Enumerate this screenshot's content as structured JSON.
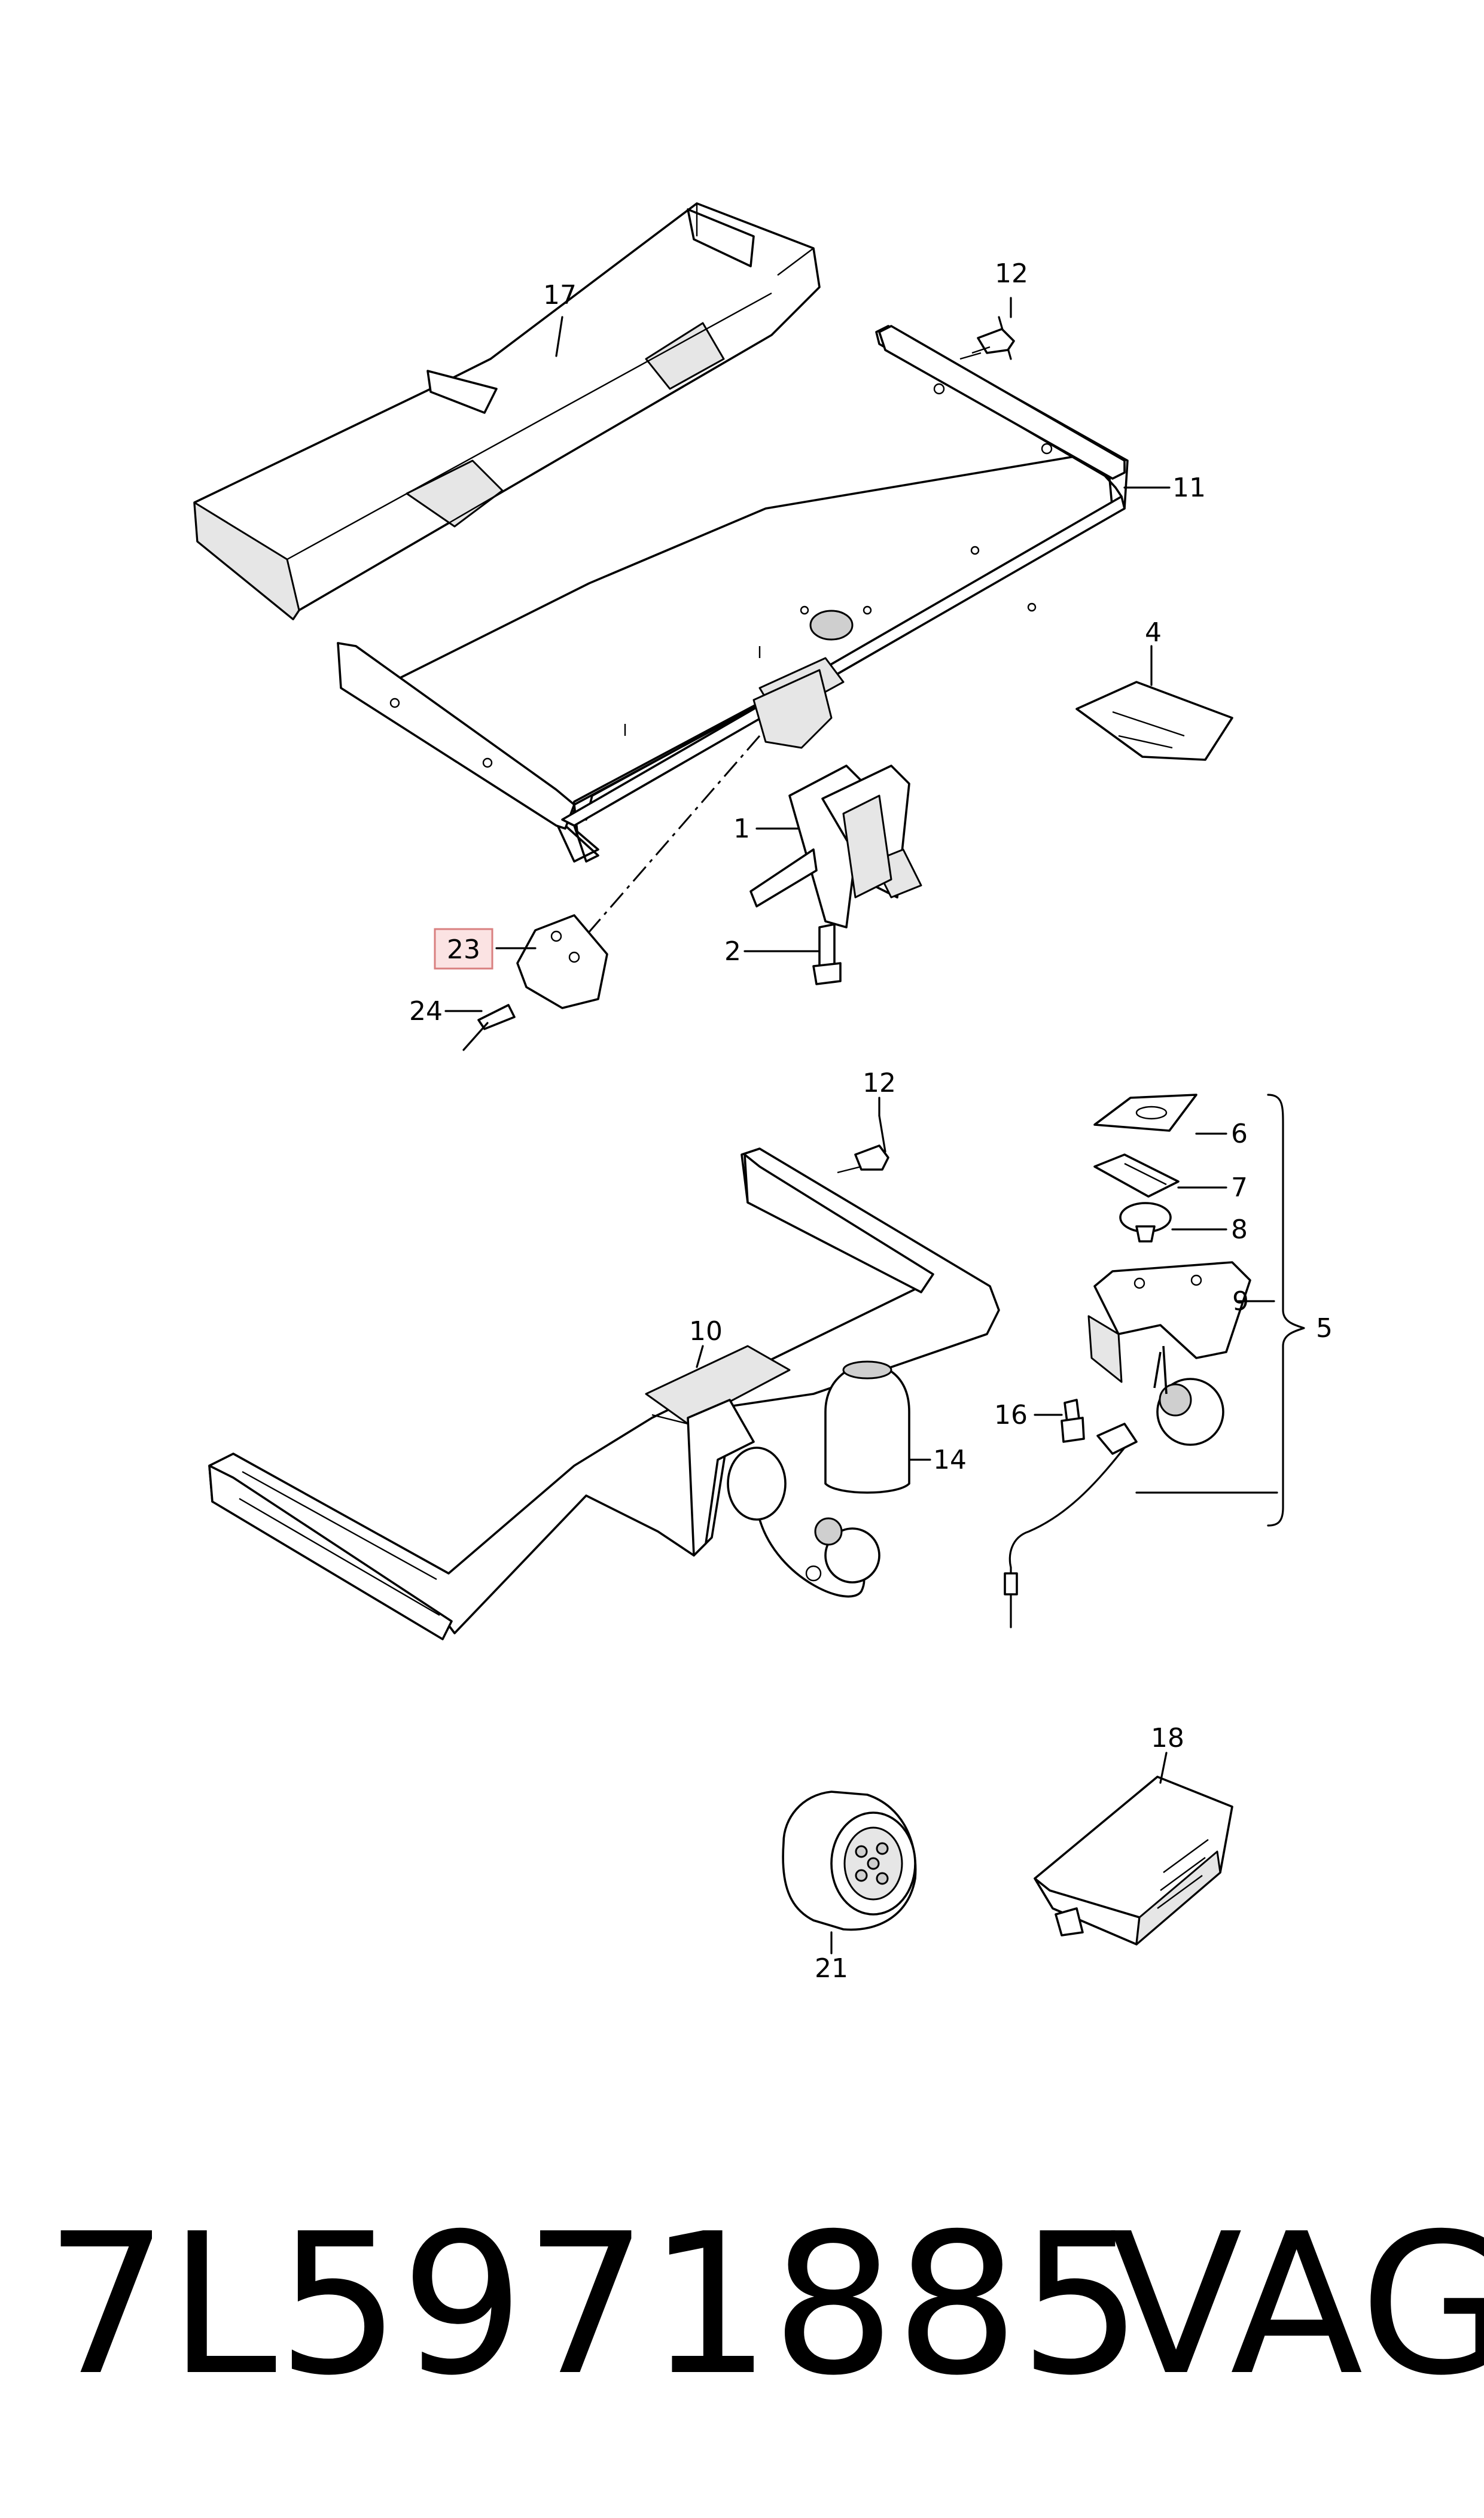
{
  "callouts": {
    "c17": "17",
    "c12a": "12",
    "c11": "11",
    "c4": "4",
    "c1": "1",
    "c2": "2",
    "c23": "23",
    "c24": "24",
    "c12b": "12",
    "c6": "6",
    "c7": "7",
    "c8": "8",
    "c9": "9",
    "c5": "5",
    "c10": "10",
    "c16": "16",
    "c14": "14",
    "c18": "18",
    "c21": "21"
  },
  "highlighted_callout": "23",
  "footer": {
    "part_number": "7L5971885",
    "brand": "VAG"
  }
}
